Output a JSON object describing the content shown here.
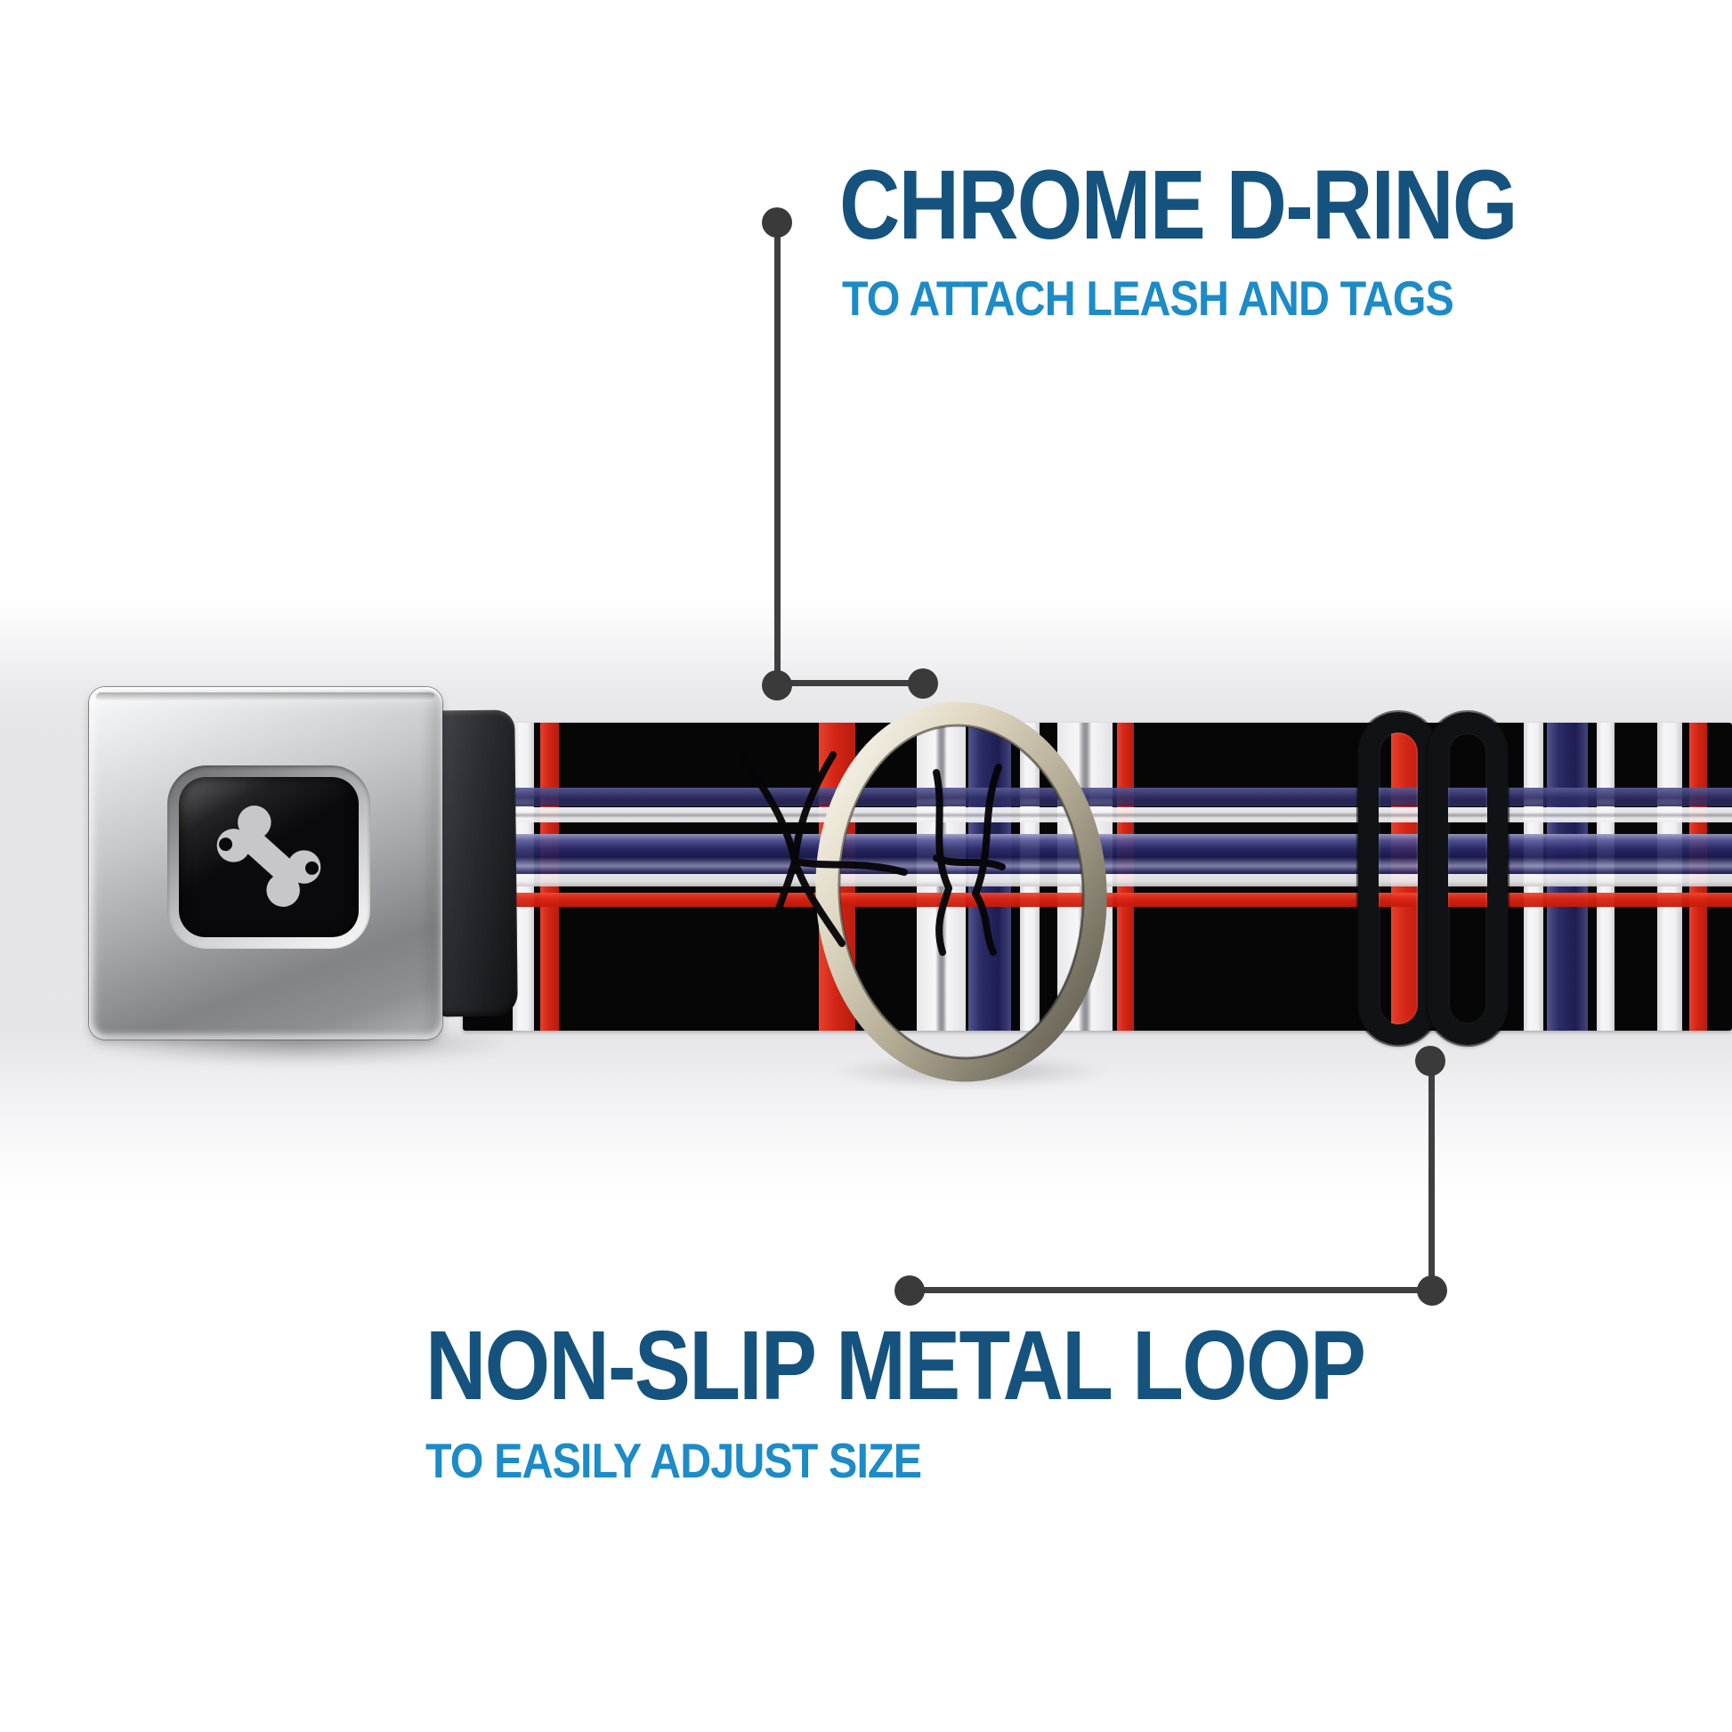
{
  "page": {
    "background_color": "#FFFFFF",
    "type": "product-feature-infographic"
  },
  "annotations": {
    "top": {
      "title": "CHROME D-RING",
      "subtitle": "TO ATTACH LEASH AND TAGS"
    },
    "bottom": {
      "title": "NON-SLIP METAL LOOP",
      "subtitle": "TO EASILY ADJUST SIZE"
    }
  },
  "colors": {
    "title_blue": "#15537E",
    "subtitle_blue": "#1C8BC7",
    "callout_gray": "#3A3A3B",
    "plaid_red": "#DC2312",
    "plaid_navy": "#2A2A63",
    "plaid_white": "#F3F3F5",
    "strap_black": "#060607",
    "buckle_silver": "#C7C8CB",
    "ring_chrome": "#D8D1BC"
  },
  "product": {
    "parts": [
      {
        "icon": "bone-icon",
        "part": "seatbelt-buckle"
      },
      {
        "part": "chrome-d-ring"
      },
      {
        "part": "plaid-strap"
      },
      {
        "part": "metal-adjustment-loop"
      }
    ]
  }
}
